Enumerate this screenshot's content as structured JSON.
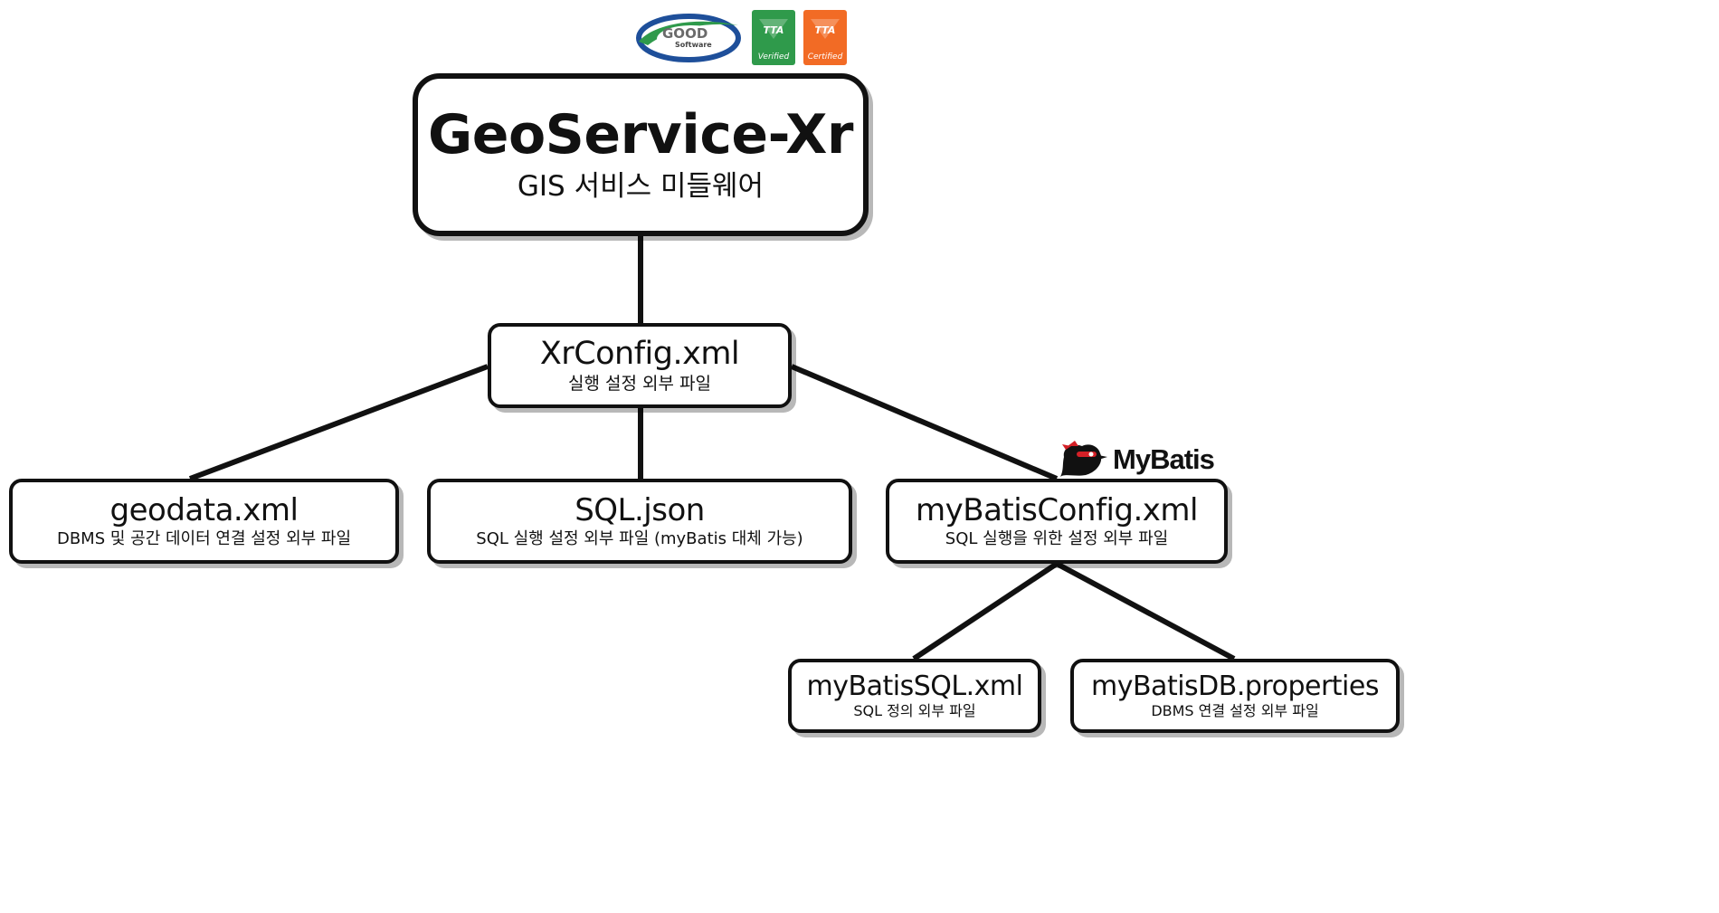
{
  "badges": {
    "good_software": {
      "line1": "GOOD",
      "line2": "Software",
      "colors": {
        "ring_blue": "#1e4f9a",
        "swoosh_green": "#2f9a4b"
      }
    },
    "tta_verified": {
      "name": "TTA",
      "label": "Verified",
      "color": "#2f9a4b"
    },
    "tta_certified": {
      "name": "TTA",
      "label": "Certified",
      "color": "#f26b25"
    }
  },
  "nodes": {
    "root": {
      "title": "GeoService-Xr",
      "subtitle": "GIS 서비스 미들웨어"
    },
    "xrconfig": {
      "title": "XrConfig.xml",
      "subtitle": "실행 설정 외부 파일"
    },
    "geodata": {
      "title": "geodata.xml",
      "subtitle": "DBMS 및 공간 데이터 연결 설정 외부 파일"
    },
    "sqljson": {
      "title": "SQL.json",
      "subtitle": "SQL 실행 설정 외부 파일 (myBatis 대체 가능)"
    },
    "mybatisconfig": {
      "title": "myBatisConfig.xml",
      "subtitle": "SQL 실행을 위한 설정 외부 파일"
    },
    "mybatissql": {
      "title": "myBatisSQL.xml",
      "subtitle": "SQL 정의 외부 파일"
    },
    "mybatisdb": {
      "title": "myBatisDB.properties",
      "subtitle": "DBMS 연결 설정 외부 파일"
    }
  },
  "mybatis_logo": {
    "text": "MyBatis",
    "icon": "bird-icon",
    "accent_color": "#d42027"
  },
  "edges": [
    [
      "root",
      "xrconfig"
    ],
    [
      "xrconfig",
      "geodata"
    ],
    [
      "xrconfig",
      "sqljson"
    ],
    [
      "xrconfig",
      "mybatisconfig"
    ],
    [
      "mybatisconfig",
      "mybatissql"
    ],
    [
      "mybatisconfig",
      "mybatisdb"
    ]
  ]
}
